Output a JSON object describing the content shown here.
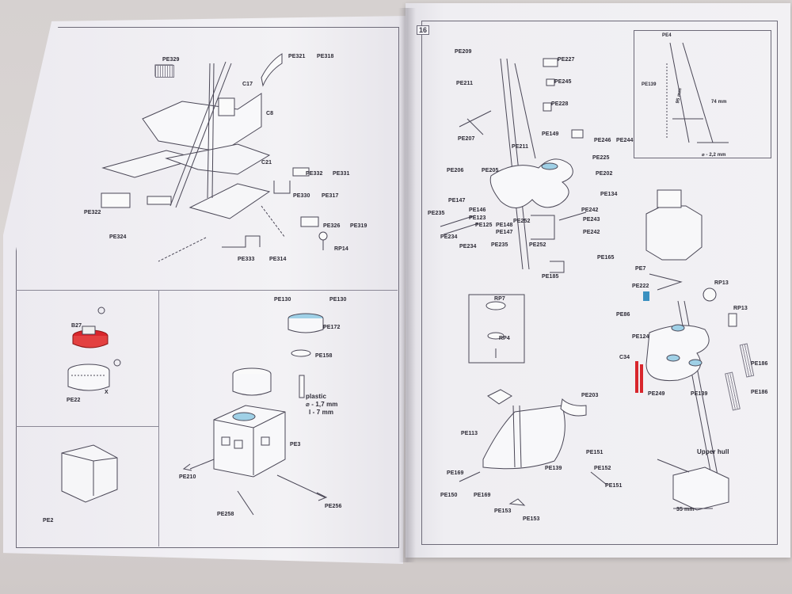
{
  "photo": {
    "subject": "open model kit instruction booklet",
    "colors": {
      "background": "#d9d4d3",
      "paper": "#f3f2f4",
      "line_art": "#4a4756",
      "highlight_blue": "#9fd0e6",
      "highlight_red": "#d8262c"
    }
  },
  "left_page": {
    "upper_labels": {
      "pe329": "PE329",
      "pe321": "PE321",
      "pe318": "PE318",
      "c17": "C17",
      "c8": "C8",
      "c21": "C21",
      "pe332": "PE332",
      "pe331": "PE331",
      "pe330": "PE330",
      "pe317": "PE317",
      "pe326": "PE326",
      "pe319": "PE319",
      "pe322": "PE322",
      "pe324": "PE324",
      "pe333": "PE333",
      "pe314": "PE314",
      "rp14": "RP14"
    },
    "lower_labels": {
      "b27": "B27",
      "pe22": "PE22",
      "x": "X",
      "pe130a": "PE130",
      "pe130b": "PE130",
      "pe172": "PE172",
      "pe158": "PE158",
      "plastic": "plastic",
      "dia": "⌀ - 1,7 mm",
      "len": "l - 7 mm",
      "pe3": "PE3",
      "pe210": "PE210",
      "pe256": "PE256",
      "pe258": "PE258",
      "pe2": "PE2"
    }
  },
  "right_page": {
    "page_number": "16",
    "labels": {
      "pe209": "PE209",
      "pe227": "PE227",
      "pe211a": "PE211",
      "pe245": "PE245",
      "pe228": "PE228",
      "pe149": "PE149",
      "pe246": "PE246",
      "pe244": "PE244",
      "pe207": "PE207",
      "pe211b": "PE211",
      "pe225": "PE225",
      "pe206": "PE206",
      "pe205": "PE205",
      "pe202": "PE202",
      "pe147a": "PE147",
      "pe134": "PE134",
      "pe235a": "PE235",
      "pe146": "PE146",
      "pe123": "PE123",
      "pe125": "PE125",
      "pe148": "PE148",
      "pe252a": "PE252",
      "pe242a": "PE242",
      "pe243": "PE243",
      "pe147b": "PE147",
      "pe242b": "PE242",
      "pe234a": "PE234",
      "pe234b": "PE234",
      "pe235b": "PE235",
      "pe252b": "PE252",
      "pe165": "PE165",
      "pe185": "PE185",
      "rp7": "RP7",
      "rp4": "RP4",
      "pe7": "PE7",
      "pe222": "PE222",
      "rp13a": "RP13",
      "pe86": "PE86",
      "rp13b": "RP13",
      "pe124": "PE124",
      "c34": "C34",
      "pe249": "PE249",
      "pe186a": "PE186",
      "pe139a": "PE139",
      "pe186b": "PE186",
      "pe203": "PE203",
      "pe113": "PE113",
      "pe139b": "PE139",
      "pe151a": "PE151",
      "pe152": "PE152",
      "pe151b": "PE151",
      "pe169a": "PE169",
      "pe150": "PE150",
      "pe169b": "PE169",
      "pe153a": "PE153",
      "pe153b": "PE153",
      "upper_hull": "Upper hull",
      "mm35": "35 mm",
      "inset_title": "PE4",
      "inset_pe139": "PE139",
      "inset_dims": "95 mm",
      "inset_small": "74 mm",
      "inset_dia": "⌀ - 2,2 mm"
    }
  }
}
